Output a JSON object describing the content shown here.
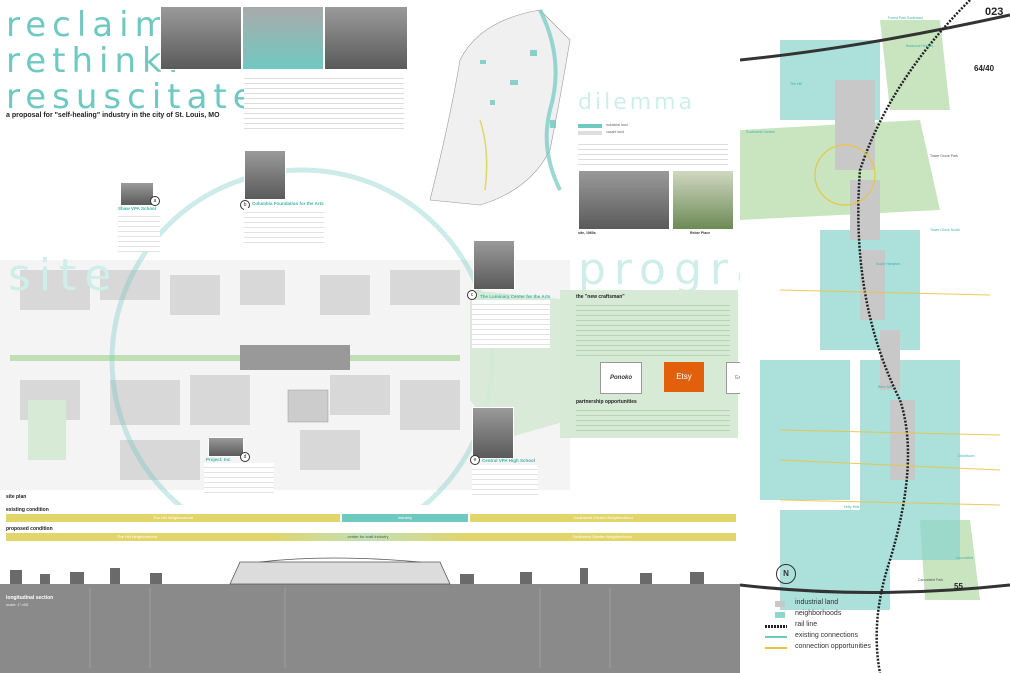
{
  "page_number": "023",
  "title": {
    "line1": "reclaim.",
    "line2": "rethink.",
    "line3": "resuscitate.",
    "subtitle": "a proposal for \"self-healing\" industry in the city of St. Louis, MO"
  },
  "sections": {
    "dilemma": "dilemma",
    "site": "site",
    "program": "program",
    "site_plan": "site plan",
    "new_craftsman": "the \"new craftsman\"",
    "partnership": "partnership opportunities",
    "existing_condition": "existing condition",
    "proposed_condition": "proposed condition",
    "longitudinal_section": "longitudinal section",
    "section_scale": "scale: 1\"=60'"
  },
  "dilemma_legend": {
    "industrial": "industrial land",
    "vacant": "vacant land"
  },
  "photos": {
    "site_caption": "site, 1960s",
    "reber_caption": "Reber Place"
  },
  "partners": {
    "a": {
      "letter": "a",
      "name": "Shaw VPA School"
    },
    "b": {
      "letter": "b",
      "name": "Columbia Foundation for the Arts"
    },
    "c": {
      "letter": "c",
      "name": "The Luminary Center for the Arts"
    },
    "d": {
      "letter": "d",
      "name": "Project: Inc"
    },
    "e": {
      "letter": "e",
      "name": "Central VPA High School"
    }
  },
  "brands": [
    "Ponoko",
    "Etsy",
    "GrowPlace"
  ],
  "bars": {
    "existing": [
      "The Hill Neighborhood",
      "industry",
      "Southwest Garden Neighborhood"
    ],
    "proposed": [
      "The Hill Neighborhood",
      "center for craft industry",
      "Southwest Garden Neighborhood"
    ]
  },
  "map_labels": {
    "highway_upper": "64/40",
    "highway_lower": "55",
    "north": "N",
    "forest_park": "Forest Park Southeast",
    "botanical_heights": "Botanical Heights",
    "the_hill": "The Hill",
    "southwest_garden": "Southwest Garden",
    "tower_grove_park": "Tower Grove Park",
    "tower_grove_south": "Tower Grove South",
    "south_hampton": "South Hampton",
    "dutchtown": "Dutchtown",
    "holly_hills": "Holly Hills",
    "carondelet": "Carondelet",
    "carondelet_park": "Carondelet Park",
    "bevo": "Bevo Mill"
  },
  "legend": [
    {
      "label": "industrial land",
      "color": "#c8c8c8"
    },
    {
      "label": "neighborhoods",
      "color": "#8fd6cf"
    },
    {
      "label": "rail line",
      "color": "#222222"
    },
    {
      "label": "existing connections",
      "color": "#6fc9c1"
    },
    {
      "label": "connection opportunities",
      "color": "#e8c547"
    }
  ],
  "colors": {
    "teal": "#6fc9c1",
    "yellow": "#e2d56a",
    "green": "#bfe0b5",
    "dark": "#3a3a3a"
  }
}
